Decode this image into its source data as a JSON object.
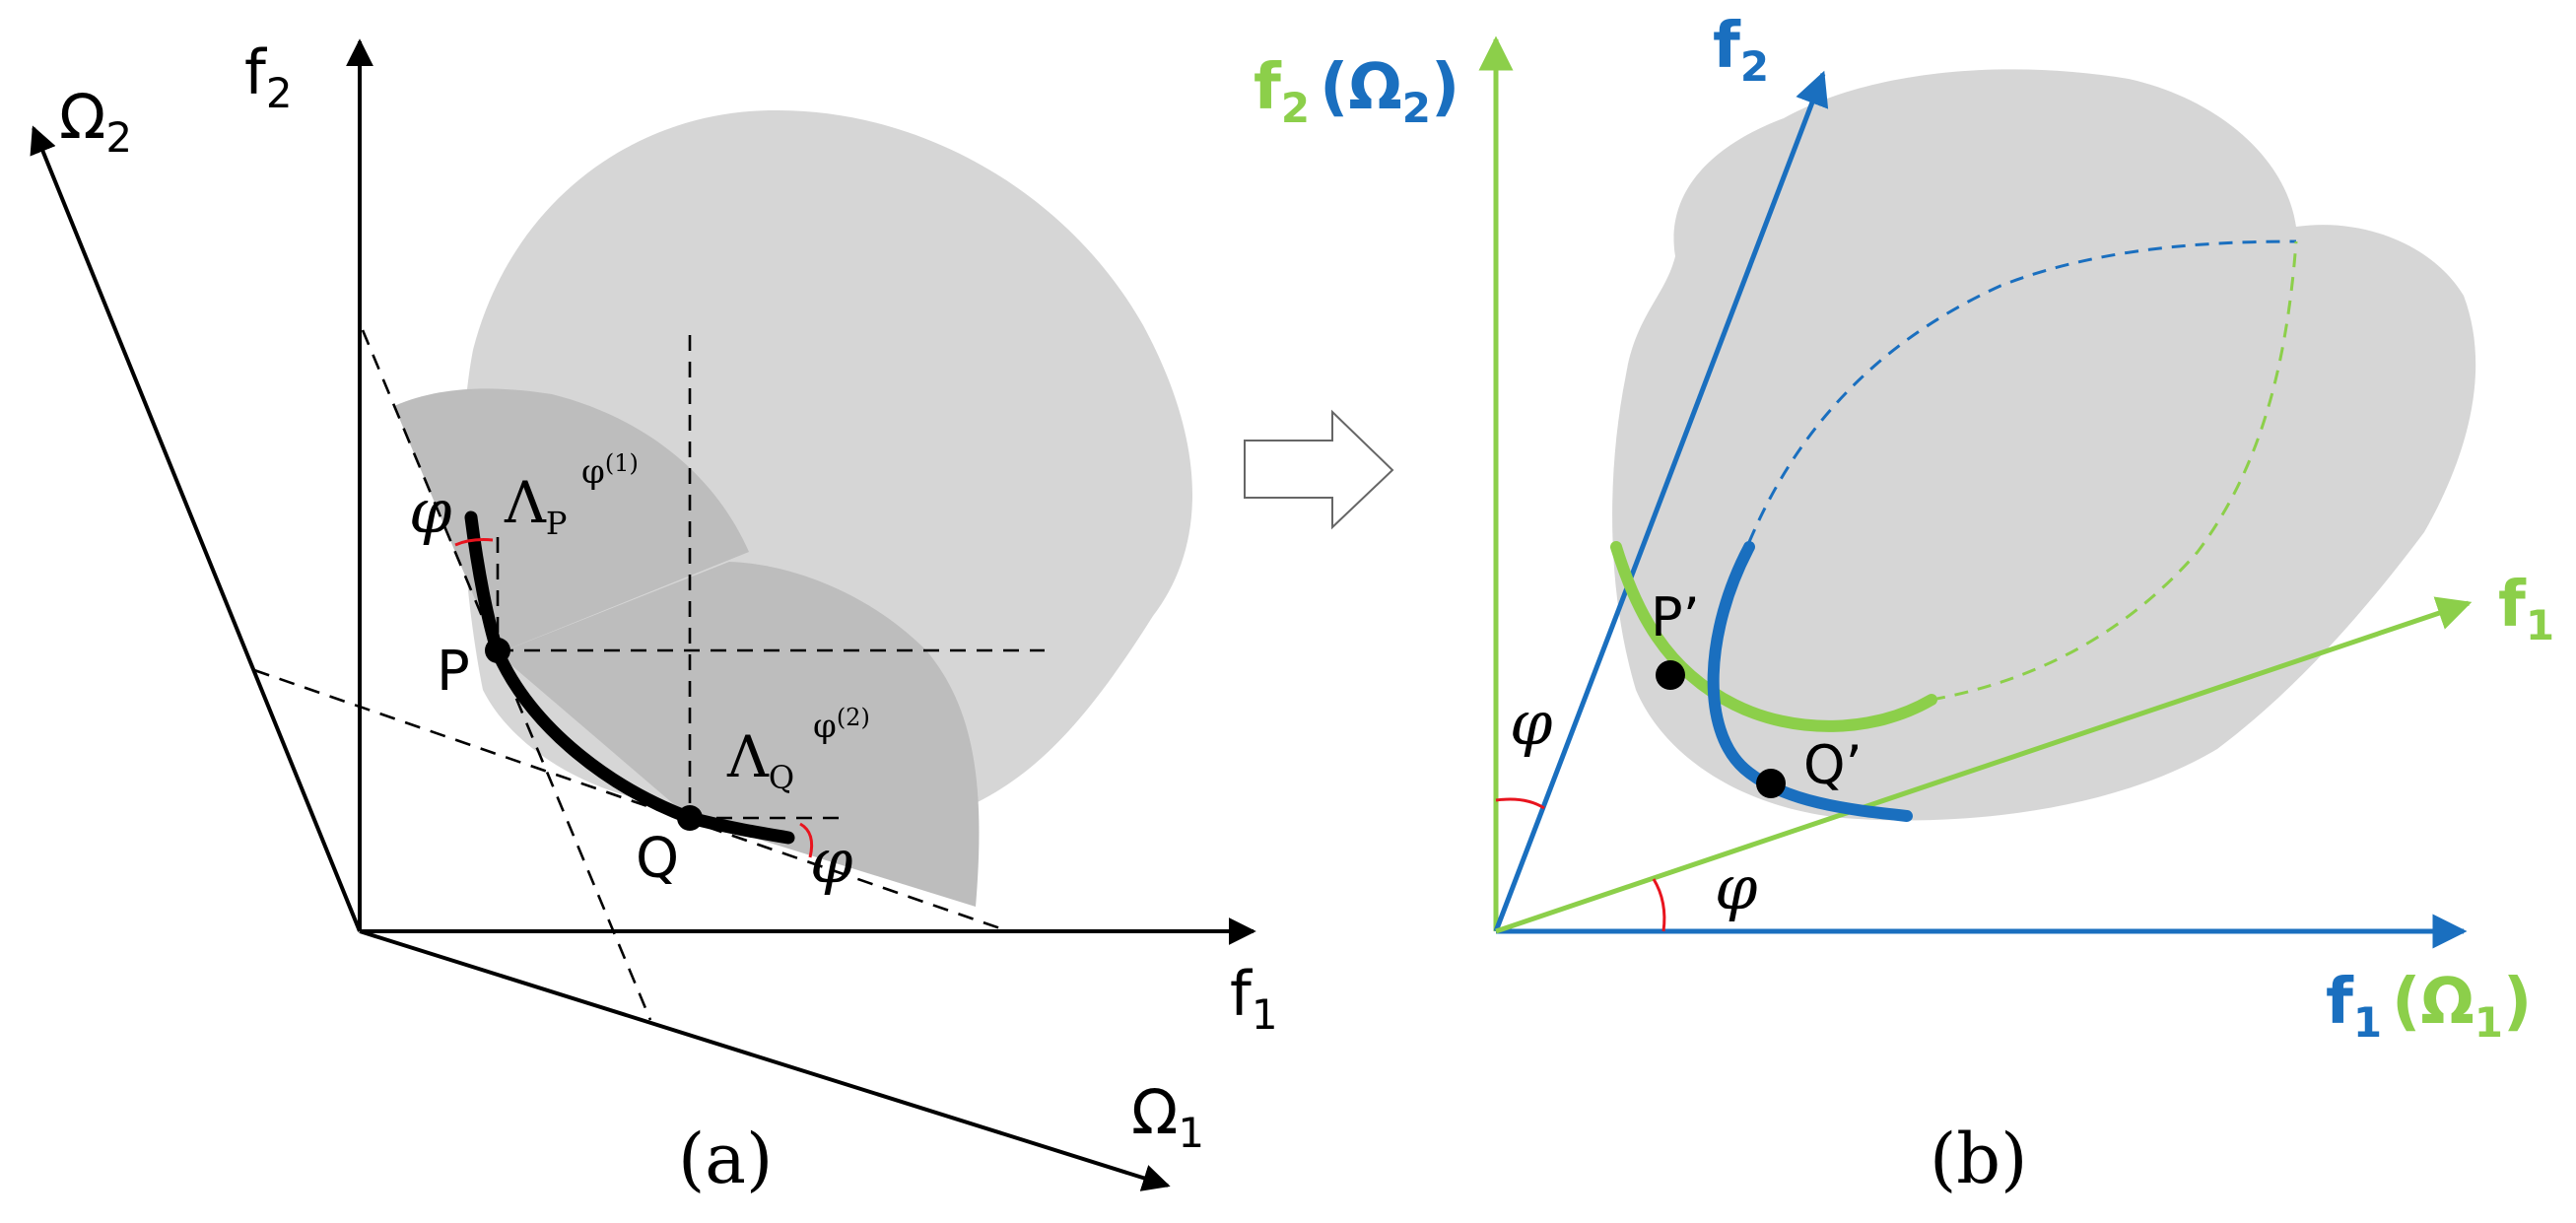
{
  "colors": {
    "ink": "#000000",
    "region_light": "#d6d6d6",
    "region_dark": "#bdbdbd",
    "angle_red": "#e8141e",
    "blue": "#1a6fbf",
    "green": "#8ccf4a"
  },
  "panel_a": {
    "caption": "(a)",
    "labels": {
      "f1": "f",
      "f1_sub": "1",
      "f2": "f",
      "f2_sub": "2",
      "omega1": "Ω",
      "omega1_sub": "1",
      "omega2": "Ω",
      "omega2_sub": "2",
      "point_p": "P",
      "point_q": "Q",
      "phi": "φ",
      "lambda_p": "Λ",
      "lambda_p_sub": "P",
      "lambda_p_sup": "φ",
      "lambda_p_sup_index": "(1)",
      "lambda_q": "Λ",
      "lambda_q_sub": "Q",
      "lambda_q_sup": "φ",
      "lambda_q_sup_index": "(2)"
    }
  },
  "panel_b": {
    "caption": "(b)",
    "labels": {
      "f1_blue": "f",
      "f1_blue_sub": "1",
      "omega1_green": "(Ω",
      "omega1_green_sub": "1",
      "omega1_green_close": ")",
      "f2_green": "f",
      "f2_green_sub": "2",
      "omega2_blue": "(Ω",
      "omega2_blue_sub": "2",
      "omega2_blue_close": ")",
      "f1_green": "f",
      "f1_green_sub": "1",
      "f2_blue": "f",
      "f2_blue_sub": "2",
      "point_p_prime": "P’",
      "point_q_prime": "Q’",
      "phi": "φ"
    }
  }
}
